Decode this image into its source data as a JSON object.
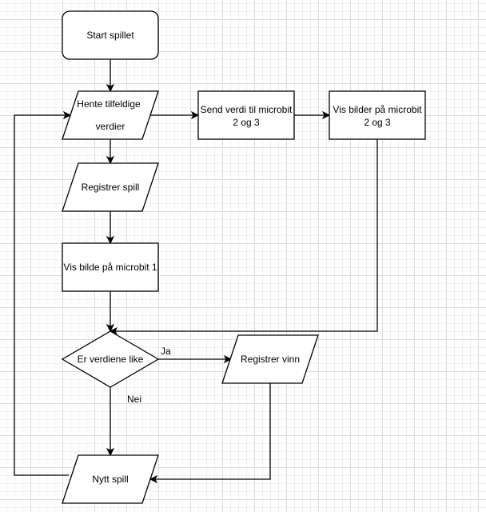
{
  "diagram": {
    "type": "flowchart",
    "nodes": {
      "start": {
        "shape": "rounded-rectangle",
        "text": "Start spillet"
      },
      "hente": {
        "shape": "parallelogram",
        "line1": "Hente tilfeldige",
        "line2": "verdier"
      },
      "send": {
        "shape": "rectangle",
        "line1": "Send verdi til microbit",
        "line2": "2 og 3"
      },
      "vis23": {
        "shape": "rectangle",
        "line1": "Vis bilder på microbit",
        "line2": "2 og 3"
      },
      "registrer_spill": {
        "shape": "parallelogram",
        "text": "Registrer spill"
      },
      "vis1": {
        "shape": "rectangle",
        "text": "Vis bilde på microbit 1"
      },
      "decision": {
        "shape": "diamond",
        "text": "Er verdiene like"
      },
      "registrer_vinn": {
        "shape": "parallelogram",
        "text": "Registrer vinn"
      },
      "nytt_spill": {
        "shape": "parallelogram",
        "text": "Nytt spill"
      }
    },
    "edge_labels": {
      "yes": "Ja",
      "no": "Nei"
    },
    "edges": [
      {
        "from": "start",
        "to": "hente"
      },
      {
        "from": "hente",
        "to": "send"
      },
      {
        "from": "send",
        "to": "vis23"
      },
      {
        "from": "hente",
        "to": "registrer_spill"
      },
      {
        "from": "registrer_spill",
        "to": "vis1"
      },
      {
        "from": "vis1",
        "to": "decision"
      },
      {
        "from": "vis23",
        "to": "decision"
      },
      {
        "from": "decision",
        "to": "registrer_vinn",
        "label": "Ja"
      },
      {
        "from": "decision",
        "to": "nytt_spill",
        "label": "Nei"
      },
      {
        "from": "registrer_vinn",
        "to": "nytt_spill"
      },
      {
        "from": "nytt_spill",
        "to": "hente"
      }
    ]
  }
}
